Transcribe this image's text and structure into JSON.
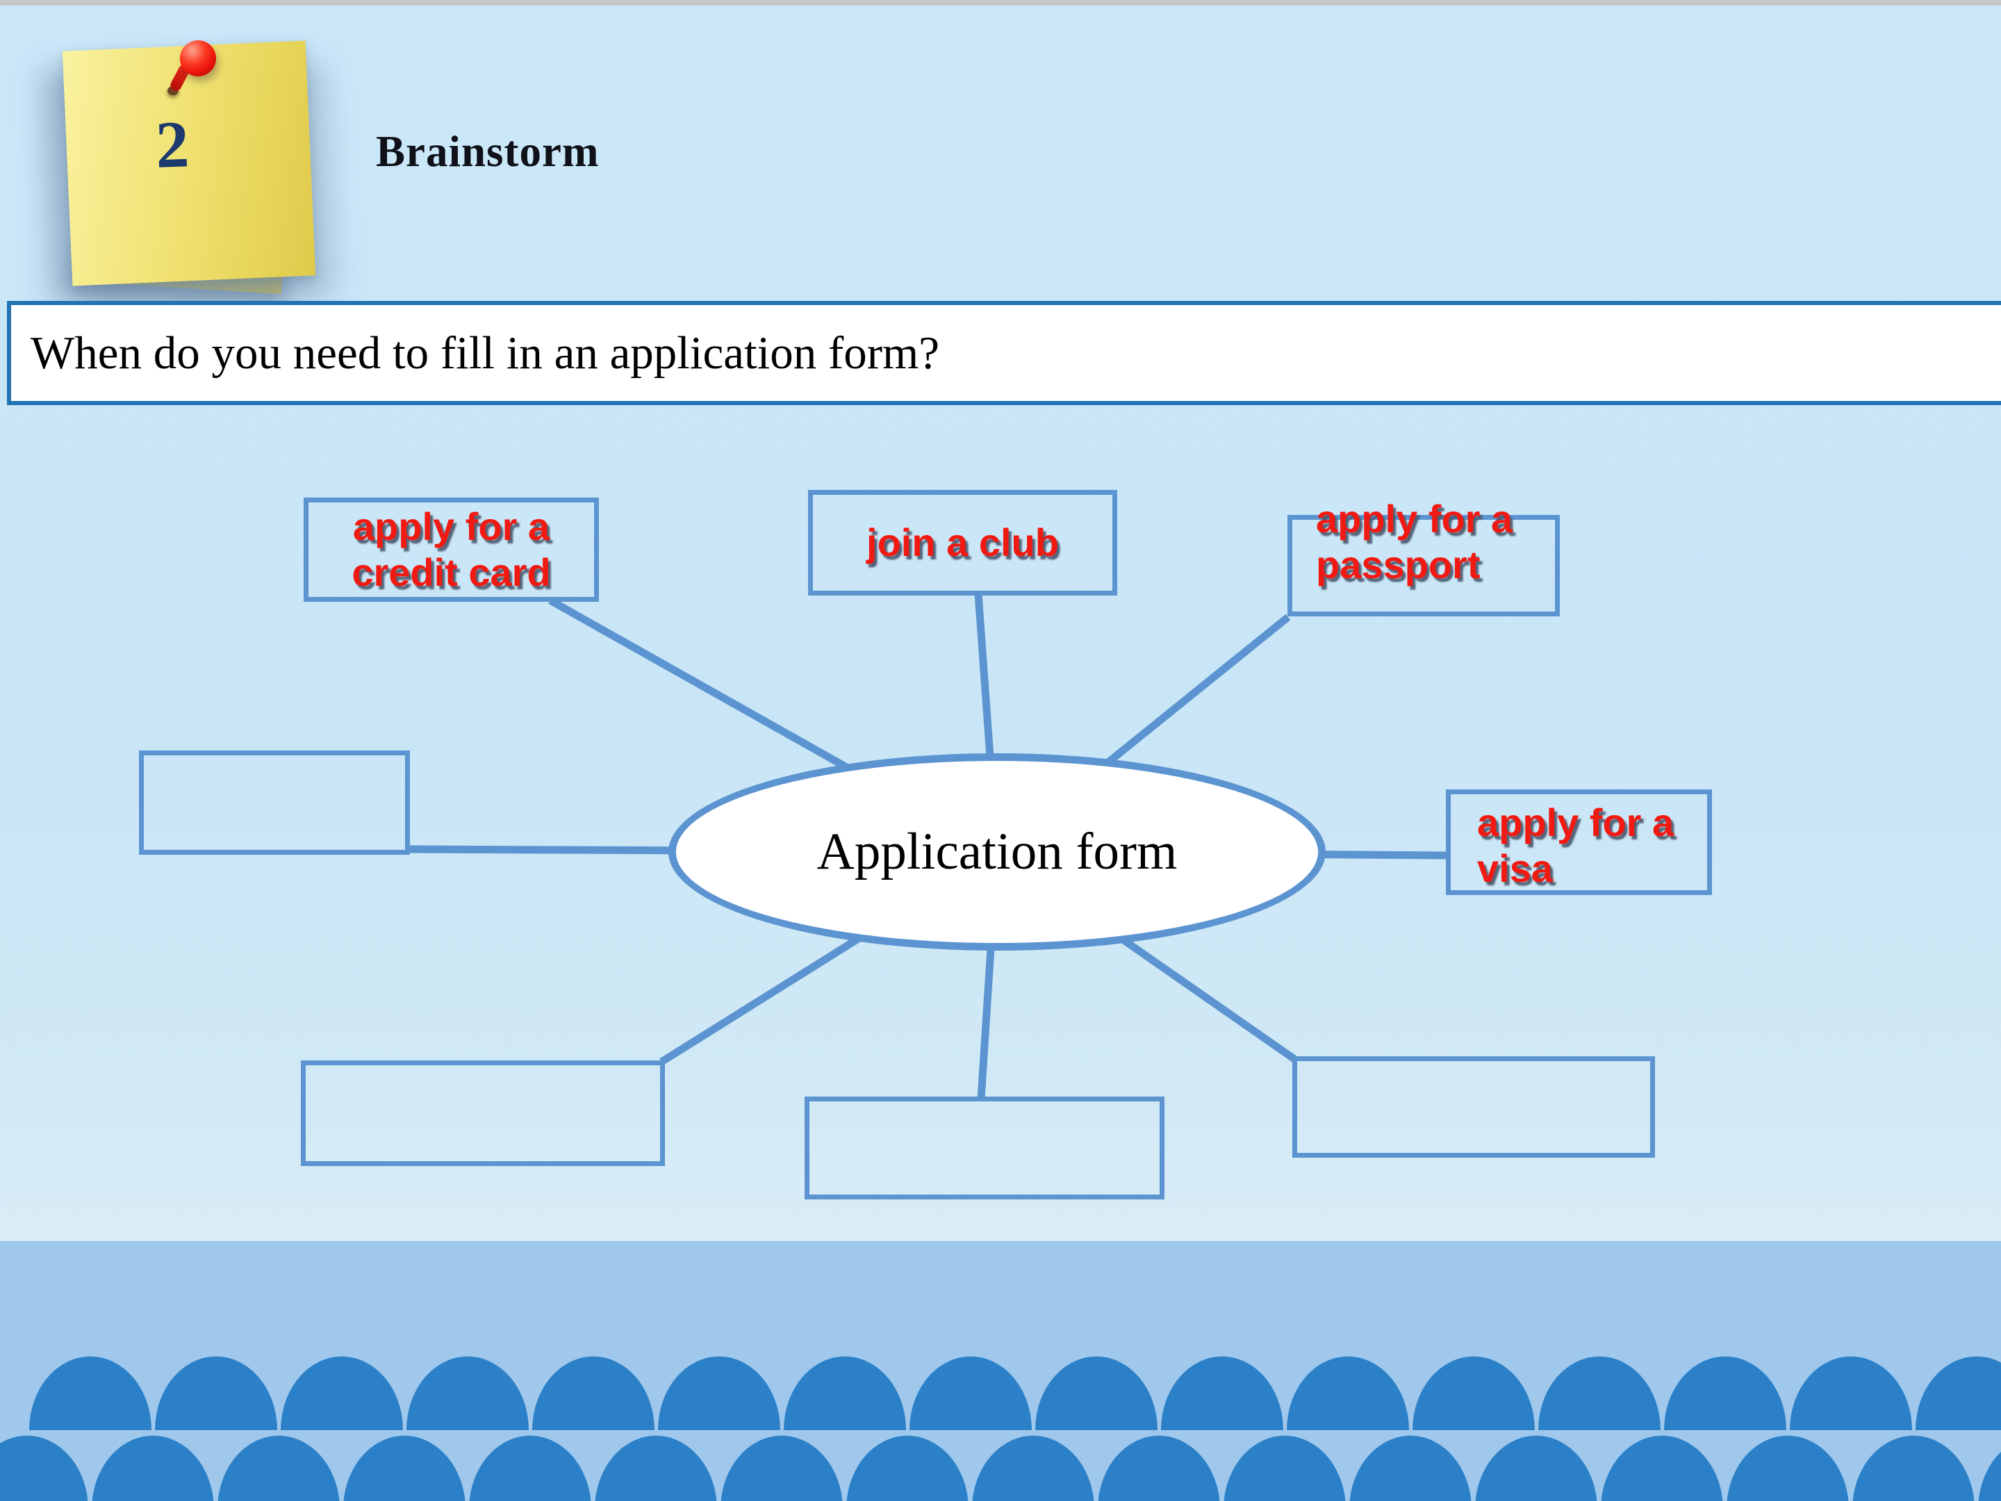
{
  "slide": {
    "badge": {
      "number": "2"
    },
    "title": "Brainstorm",
    "question": "When do you need to fill in an application form?",
    "center": {
      "label": "Application form"
    },
    "nodes": {
      "credit_card": {
        "label": "apply for a credit card"
      },
      "join_club": {
        "label": "join a club"
      },
      "passport": {
        "label": "apply for a passport"
      },
      "visa": {
        "label": "apply for a visa"
      },
      "empty_left": {
        "label": ""
      },
      "empty_bottom_left": {
        "label": ""
      },
      "empty_bottom_middle": {
        "label": ""
      },
      "empty_bottom_right": {
        "label": ""
      }
    },
    "colors": {
      "connector_blue": "#5b94d0",
      "banner_border_blue": "#2173b4",
      "label_red": "#f11a12",
      "badge_navy": "#1c3a6e",
      "dome_blue": "#2b80c7",
      "band_blue": "#a0c8ed",
      "background_blue": "#cbe8f9",
      "note_yellow": "#f0e26b",
      "top_strip_gray": "#c7c7c7"
    }
  }
}
